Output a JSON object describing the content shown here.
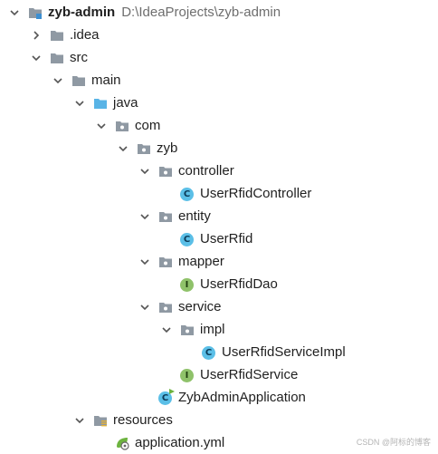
{
  "colors": {
    "folder": "#8f99a3",
    "source_folder": "#59b4e6",
    "class_icon": "#5bbfe7",
    "interface_icon": "#8fc26a",
    "spring_leaf": "#6db33f"
  },
  "tree": {
    "root": {
      "label": "zyb-admin",
      "path": "D:\\IdeaProjects\\zyb-admin",
      "icon": "module-folder-icon"
    },
    "idea": {
      "label": ".idea",
      "icon": "folder-icon"
    },
    "src": {
      "label": "src",
      "icon": "folder-icon"
    },
    "main": {
      "label": "main",
      "icon": "folder-icon"
    },
    "java": {
      "label": "java",
      "icon": "source-folder-icon"
    },
    "com": {
      "label": "com",
      "icon": "package-icon"
    },
    "zyb": {
      "label": "zyb",
      "icon": "package-icon"
    },
    "controller": {
      "label": "controller",
      "icon": "package-icon"
    },
    "user_rfid_controller": {
      "label": "UserRfidController",
      "icon": "class-icon",
      "icon_letter": "C"
    },
    "entity": {
      "label": "entity",
      "icon": "package-icon"
    },
    "user_rfid": {
      "label": "UserRfid",
      "icon": "class-icon",
      "icon_letter": "C"
    },
    "mapper": {
      "label": "mapper",
      "icon": "package-icon"
    },
    "user_rfid_dao": {
      "label": "UserRfidDao",
      "icon": "interface-icon",
      "icon_letter": "I"
    },
    "service": {
      "label": "service",
      "icon": "package-icon"
    },
    "impl": {
      "label": "impl",
      "icon": "package-icon"
    },
    "user_rfid_service_impl": {
      "label": "UserRfidServiceImpl",
      "icon": "class-icon",
      "icon_letter": "C"
    },
    "user_rfid_service": {
      "label": "UserRfidService",
      "icon": "interface-icon",
      "icon_letter": "I"
    },
    "zyb_admin_application": {
      "label": "ZybAdminApplication",
      "icon": "spring-boot-class-icon",
      "icon_letter": "C"
    },
    "resources": {
      "label": "resources",
      "icon": "resources-folder-icon"
    },
    "application_yml": {
      "label": "application.yml",
      "icon": "spring-config-icon"
    }
  },
  "watermark": "CSDN @阿标的博客"
}
